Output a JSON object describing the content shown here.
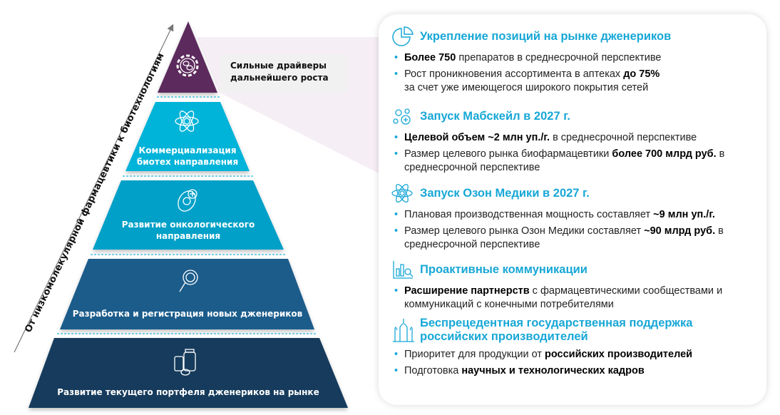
{
  "axis_label": "От низкомолекулярной фармацевтики к биотехнологиям",
  "drivers_label": [
    "Сильные драйверы",
    "дальнейшего роста"
  ],
  "pyramid": {
    "tiers": [
      {
        "label": [
          "Коммерциализация",
          "биотех направления"
        ],
        "icon": "atom-icon"
      },
      {
        "label": [
          "Развитие онкологического",
          "направления"
        ],
        "icon": "cell-plus-icon"
      },
      {
        "label": [
          "Разработка и регистрация новых дженериков"
        ],
        "icon": "magnifier-pills-icon"
      },
      {
        "label": [
          "Развитие текущего портфеля дженериков на рынке"
        ],
        "icon": "pill-bottle-icon"
      }
    ],
    "top_icon": "gear-pills-icon"
  },
  "colors": {
    "purple": "#5c2a5d",
    "cyan": "#00b3d8",
    "teal": "#00a0c8",
    "blue": "#1b5b8b",
    "navy": "#133b5c",
    "accent": "#17a7d6"
  },
  "sections": [
    {
      "title": "Укрепление позиций на рынке дженериков",
      "icon": "pie-chart-dollar-icon",
      "bullets": [
        {
          "bold": "Более 750",
          "text": " препаратов в среднесрочной перспективе"
        },
        {
          "text": "Рост проникновения ассортимента в аптеках ",
          "bold": "до 75%",
          "text2": "за счет уже имеющегося широкого покрытия сетей"
        }
      ]
    },
    {
      "title": "Запуск Мабскейл в 2027 г.",
      "icon": "molecules-icon",
      "bullets": [
        {
          "bold": "Целевой объем ~2 млн уп./г.",
          "text": " в среднесрочной перспективе"
        },
        {
          "text": "Размер целевого рынка биофармацевтики ",
          "bold": "более 700 млрд руб.",
          "text2": " в среднесрочной перспективе"
        }
      ]
    },
    {
      "title": "Запуск Озон Медики в 2027 г.",
      "icon": "atom-icon",
      "bullets": [
        {
          "text": "Плановая производственная мощность составляет ",
          "bold": "~9 млн уп./г."
        },
        {
          "text": "Размер целевого рынка Озон Медики составляет ",
          "bold": "~90 млрд руб.",
          "text2": " в среднесрочной перспективе"
        }
      ]
    },
    {
      "title": "Проактивные коммуникации",
      "icon": "analytics-icon",
      "bullets": [
        {
          "bold": "Расширение партнерств",
          "text": " с фармацевтическими сообществами и коммуникаций с конечными потребителями"
        }
      ]
    },
    {
      "title": "Беспрецедентная государственная поддержка российских производителей",
      "icon": "kremlin-icon",
      "bullets": [
        {
          "text": "Приоритет для продукции от ",
          "bold": "российских производителей"
        },
        {
          "text": "Подготовка ",
          "bold": "научных и технологических кадров"
        }
      ]
    }
  ]
}
